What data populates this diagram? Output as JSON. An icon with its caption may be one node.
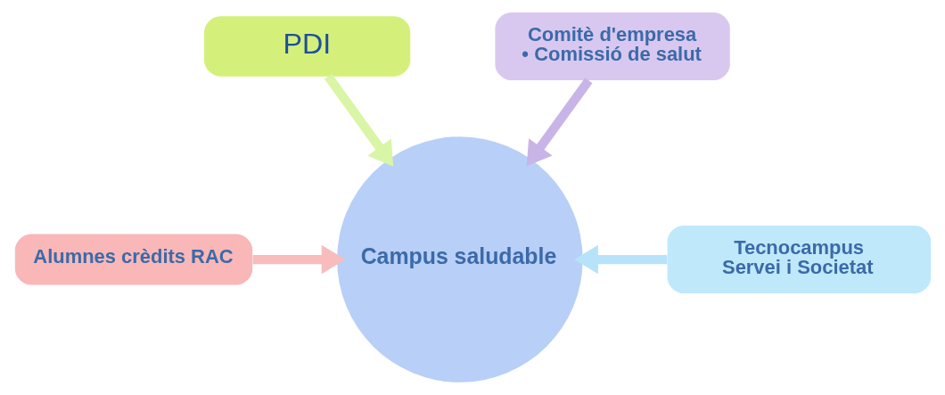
{
  "diagram": {
    "nodes": [
      {
        "text": [
          "PDI"
        ]
      },
      {
        "text": [
          "Comitè d'empresa",
          "• Comissió de salut"
        ]
      },
      {
        "text": [
          "Alumnes crèdits RAC"
        ]
      },
      {
        "text": [
          "Campus saludable"
        ]
      },
      {
        "text": [
          "Tecnocampus",
          "Servei i Societat"
        ]
      }
    ],
    "edges": [
      {
        "from": 0,
        "to": 3,
        "arrow": "to",
        "color": "#d9f5a6"
      },
      {
        "from": 1,
        "to": 3,
        "arrow": "to",
        "color": "#c8b4e6"
      },
      {
        "from": 2,
        "to": 3,
        "arrow": "to",
        "color": "#f8bcbc"
      },
      {
        "from": 4,
        "to": 3,
        "arrow": "to",
        "color": "#b6e3fa"
      }
    ]
  }
}
